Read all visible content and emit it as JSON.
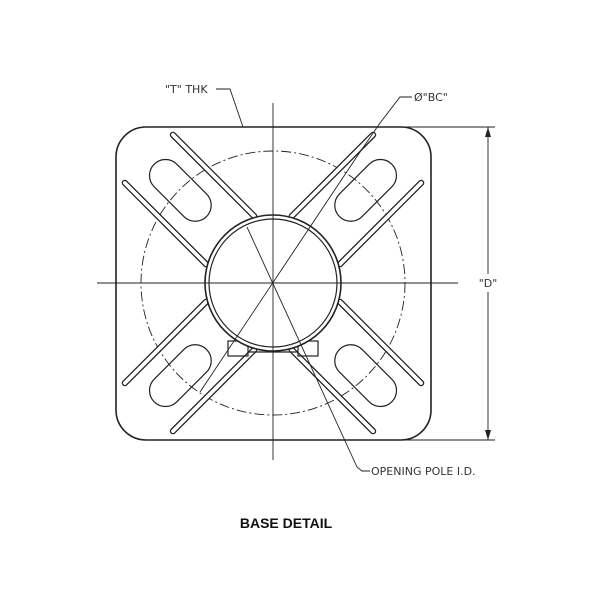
{
  "drawing": {
    "title": "BASE DETAIL",
    "labels": {
      "thickness": "\"T\" THK",
      "bolt_circle": "Ø\"BC\"",
      "dimension": "\"D\"",
      "opening": "OPENING POLE I.D."
    },
    "colors": {
      "line": "#222222",
      "text": "#333333"
    }
  }
}
